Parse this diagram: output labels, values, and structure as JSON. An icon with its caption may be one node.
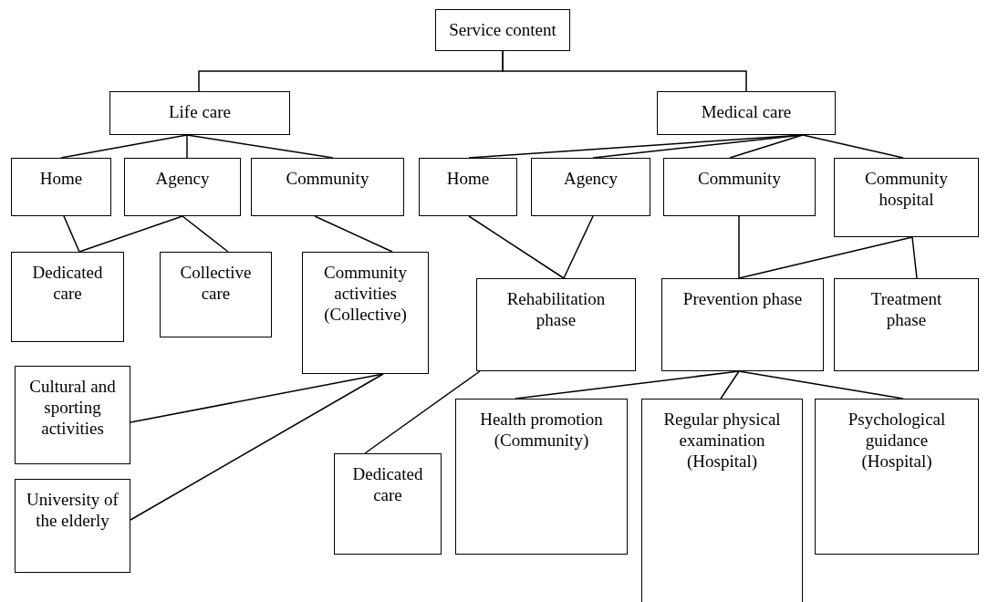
{
  "diagram": {
    "nodes": [
      {
        "text": [
          "Service content"
        ]
      },
      {
        "text": [
          "Life care"
        ]
      },
      {
        "text": [
          "Medical care"
        ]
      },
      {
        "text": [
          "Home"
        ]
      },
      {
        "text": [
          "Agency"
        ]
      },
      {
        "text": [
          "Community"
        ]
      },
      {
        "text": [
          "Home"
        ]
      },
      {
        "text": [
          "Agency"
        ]
      },
      {
        "text": [
          "Community"
        ]
      },
      {
        "text": [
          "Community hospital"
        ]
      },
      {
        "text": [
          "Dedicated care"
        ]
      },
      {
        "text": [
          "Collective care"
        ]
      },
      {
        "text": [
          "Community activities (Collective)"
        ]
      },
      {
        "text": [
          "Rehabilitation phase"
        ]
      },
      {
        "text": [
          "Prevention phase"
        ]
      },
      {
        "text": [
          "Treatment phase"
        ]
      },
      {
        "text": [
          "Cultural and sporting activities"
        ]
      },
      {
        "text": [
          "University of the elderly"
        ]
      },
      {
        "text": [
          "Dedicated care"
        ]
      },
      {
        "text": [
          "Health promotion (Community)"
        ]
      },
      {
        "text": [
          "Regular physical examination (Hospital)"
        ]
      },
      {
        "text": [
          "Psychological guidance (Hospital)"
        ]
      }
    ],
    "edges": [
      {
        "from": 0,
        "to": 1,
        "arrow": "none"
      },
      {
        "from": 0,
        "to": 2,
        "arrow": "none"
      },
      {
        "from": 1,
        "to": 3,
        "arrow": "none"
      },
      {
        "from": 1,
        "to": 4,
        "arrow": "none"
      },
      {
        "from": 1,
        "to": 5,
        "arrow": "none"
      },
      {
        "from": 2,
        "to": 6,
        "arrow": "none"
      },
      {
        "from": 2,
        "to": 7,
        "arrow": "none"
      },
      {
        "from": 2,
        "to": 8,
        "arrow": "none"
      },
      {
        "from": 2,
        "to": 9,
        "arrow": "none"
      },
      {
        "from": 3,
        "to": 10,
        "arrow": "none"
      },
      {
        "from": 4,
        "to": 10,
        "arrow": "none"
      },
      {
        "from": 4,
        "to": 11,
        "arrow": "none"
      },
      {
        "from": 5,
        "to": 12,
        "arrow": "none"
      },
      {
        "from": 6,
        "to": 13,
        "arrow": "none"
      },
      {
        "from": 7,
        "to": 13,
        "arrow": "none"
      },
      {
        "from": 8,
        "to": 14,
        "arrow": "none"
      },
      {
        "from": 9,
        "to": 14,
        "arrow": "none"
      },
      {
        "from": 9,
        "to": 15,
        "arrow": "none"
      },
      {
        "from": 12,
        "to": 16,
        "arrow": "none"
      },
      {
        "from": 12,
        "to": 17,
        "arrow": "none"
      },
      {
        "from": 13,
        "to": 18,
        "arrow": "none"
      },
      {
        "from": 14,
        "to": 19,
        "arrow": "none"
      },
      {
        "from": 14,
        "to": 20,
        "arrow": "none"
      },
      {
        "from": 14,
        "to": 21,
        "arrow": "none"
      }
    ]
  }
}
